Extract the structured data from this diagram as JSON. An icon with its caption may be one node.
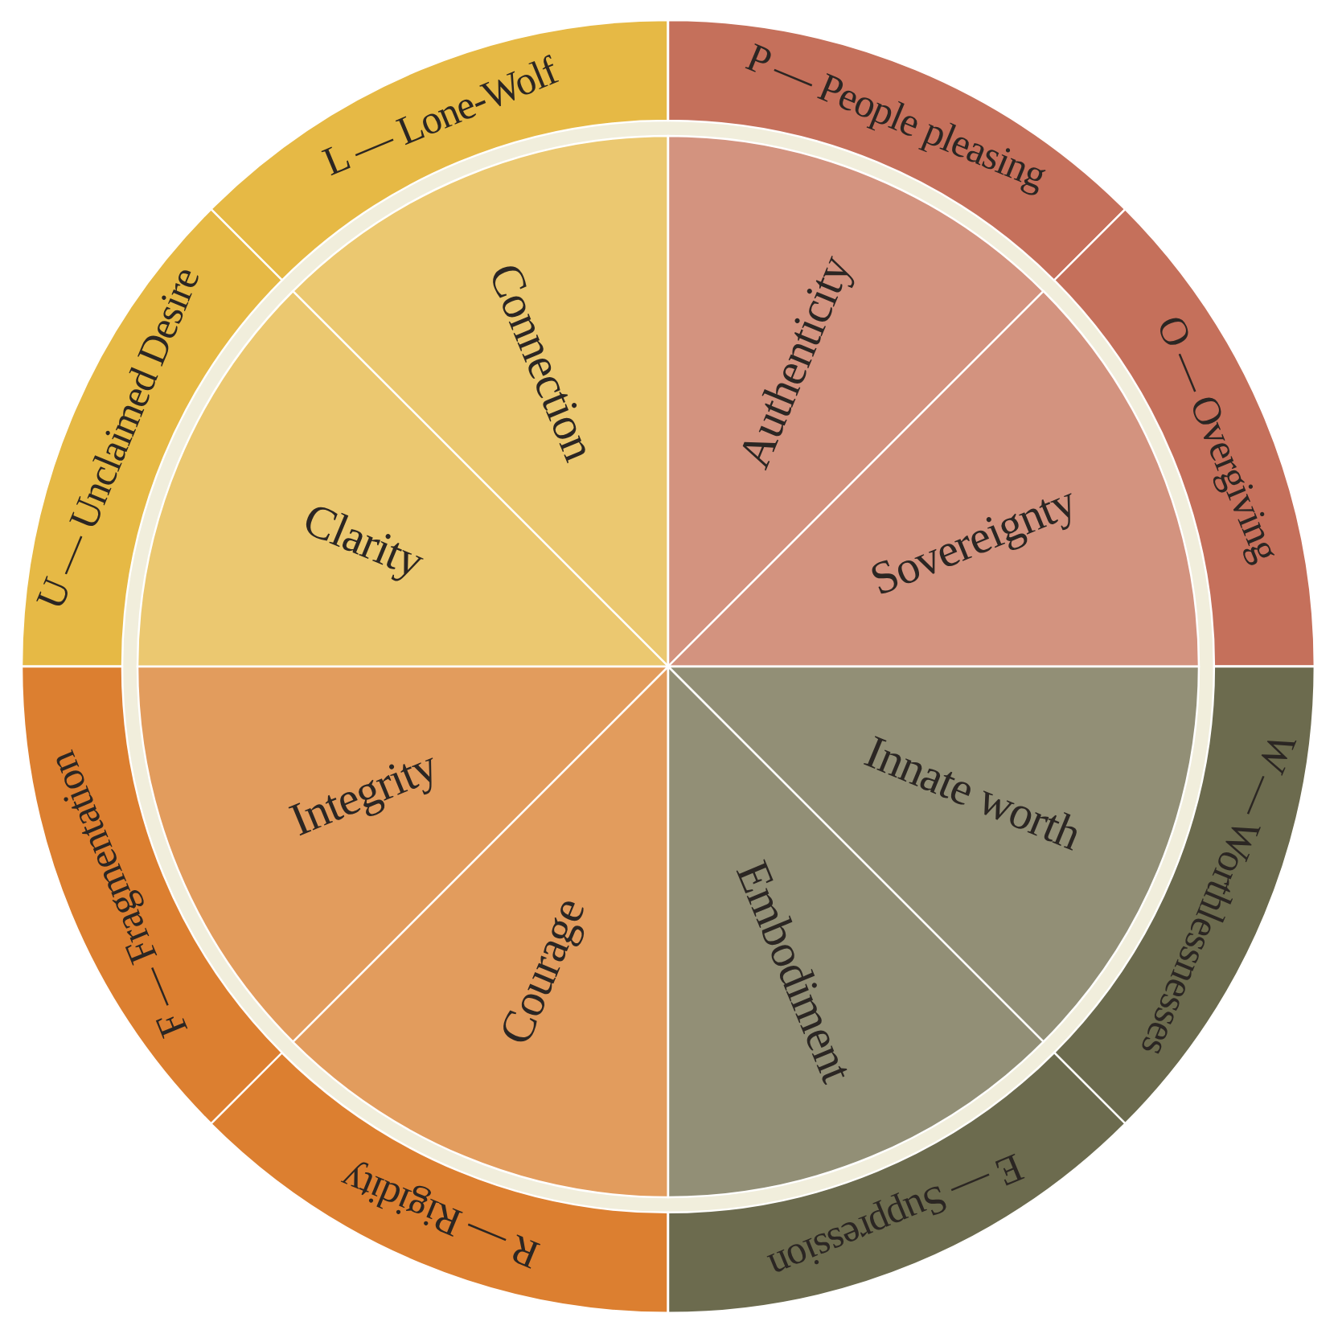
{
  "diagram": {
    "nodes": [
      {
        "text": [
          "L — Lone-Wolf"
        ]
      },
      {
        "text": [
          "P — People pleasing"
        ]
      },
      {
        "text": [
          "O — Overgiving"
        ]
      },
      {
        "text": [
          "W — Worthlessnesses"
        ]
      },
      {
        "text": [
          "E — Suppression"
        ]
      },
      {
        "text": [
          "R — Rigidity"
        ]
      },
      {
        "text": [
          "F — Fragmentation"
        ]
      },
      {
        "text": [
          "U — Unclaimed Desire"
        ]
      },
      {
        "text": [
          "Connection"
        ]
      },
      {
        "text": [
          "Authenticity"
        ]
      },
      {
        "text": [
          "Sovereignty"
        ]
      },
      {
        "text": [
          "Innate worth"
        ]
      },
      {
        "text": [
          "Embodiment"
        ]
      },
      {
        "text": [
          "Courage"
        ]
      },
      {
        "text": [
          "Integrity"
        ]
      },
      {
        "text": [
          "Clarity"
        ]
      }
    ]
  }
}
